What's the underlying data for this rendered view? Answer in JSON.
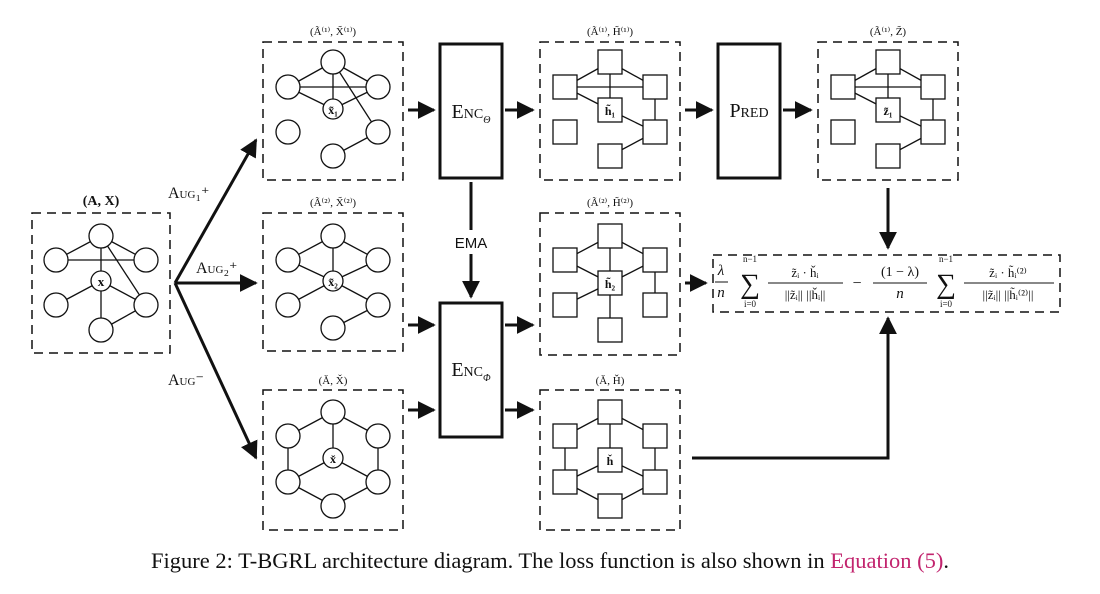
{
  "panels": {
    "input": {
      "label": "(A, X)",
      "node": "x"
    },
    "view1": {
      "label": "(Ã⁽¹⁾, X̃⁽¹⁾)",
      "node": "x̃₁"
    },
    "view2": {
      "label": "(Ã⁽²⁾, X̃⁽²⁾)",
      "node": "x̃₂"
    },
    "neg": {
      "label": "(Ǎ, X̌)",
      "node": "x̌"
    },
    "emb1": {
      "label": "(Ã⁽¹⁾, H̃⁽¹⁾)",
      "node": "h̃₁"
    },
    "emb2": {
      "label": "(Ã⁽²⁾, H̃⁽²⁾)",
      "node": "h̃₂"
    },
    "embneg": {
      "label": "(Ǎ, Ȟ)",
      "node": "ȟ"
    },
    "pred_out": {
      "label": "(Ã⁽¹⁾, Z̃)",
      "node": "z̃₁"
    }
  },
  "augmentations": {
    "pos1": "Aug₁⁺",
    "pos2": "Aug₂⁺",
    "neg": "Aug⁻"
  },
  "modules": {
    "enc_theta": "Enc",
    "enc_theta_sub": "θ",
    "enc_phi": "Enc",
    "enc_phi_sub": "ϕ",
    "predictor": "Pred",
    "ema": "EMA"
  },
  "loss": {
    "lambda": "λ",
    "n": "n",
    "sum": "∑",
    "sum_top": "n−1",
    "sum_bottom": "i=0",
    "num1": "z̃ᵢ · ȟᵢ",
    "den1": "||z̃ᵢ|| ||ȟᵢ||",
    "minus": "−",
    "coef2_top": "(1 − λ)",
    "coef2_bottom": "n",
    "num2": "z̃ᵢ · h̃ᵢ⁽²⁾",
    "den2": "||z̃ᵢ|| ||h̃ᵢ⁽²⁾||"
  },
  "caption": {
    "prefix": "Figure 2: T-BGRL architecture diagram. The loss function is also shown in ",
    "link": "Equation (5)",
    "suffix": "."
  }
}
